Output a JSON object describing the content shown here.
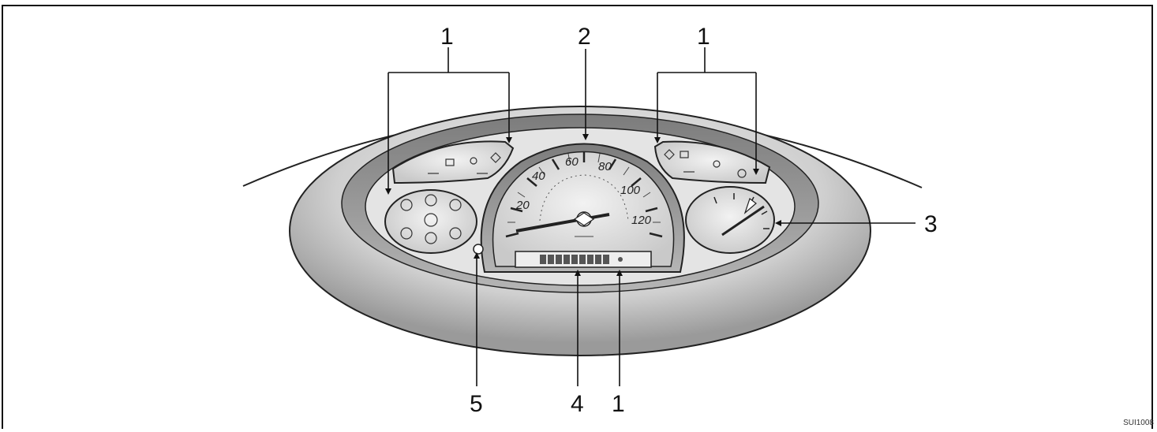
{
  "callouts": {
    "left_top": "1",
    "speedometer_top": "2",
    "right_top": "1",
    "right_side": "3",
    "bottom_5": "5",
    "bottom_4": "4",
    "bottom_1": "1"
  },
  "speedometer": {
    "marks": [
      "20",
      "40",
      "60",
      "80",
      "100",
      "120"
    ]
  },
  "image_code": "SUI1008"
}
